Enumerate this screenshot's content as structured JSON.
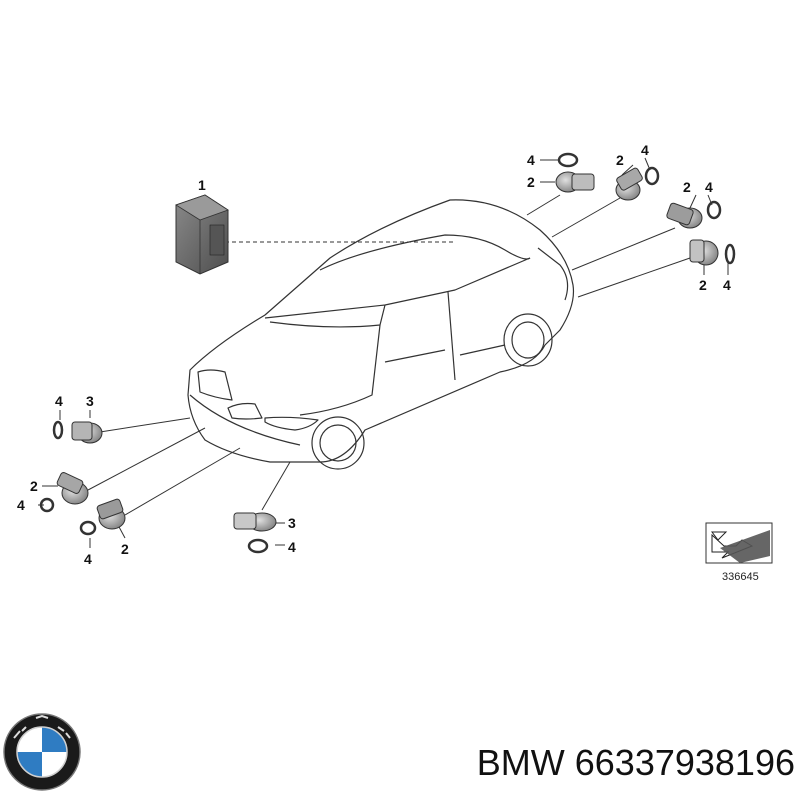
{
  "callouts": {
    "c1": "1",
    "rear_top_ring": "4",
    "rear_top_sensor": "2",
    "rear_mid_sensor": "2",
    "rear_mid_ring": "4",
    "rear_corner_sensor": "2",
    "rear_corner_ring": "4",
    "rear_low_sensor": "2",
    "rear_low_ring": "4",
    "front_left_ring": "4",
    "front_left_sensor": "3",
    "front_mid_sensor": "2",
    "front_mid_ring": "4",
    "front_low_ring": "4",
    "front_low_sensor": "2",
    "front_center_sensor": "3",
    "front_center_ring": "4"
  },
  "reference_number": "336645",
  "caption": {
    "brand": "BMW",
    "part_number": "66337938196"
  },
  "colors": {
    "line": "#333333",
    "module_fill": "#6f6f6f",
    "sensor_fill": "#9a9a9a",
    "logo_blue": "#2f7cc2"
  },
  "icons": {
    "logo": "bmw-roundel-logo",
    "ref": "direction-arrow-icon"
  }
}
